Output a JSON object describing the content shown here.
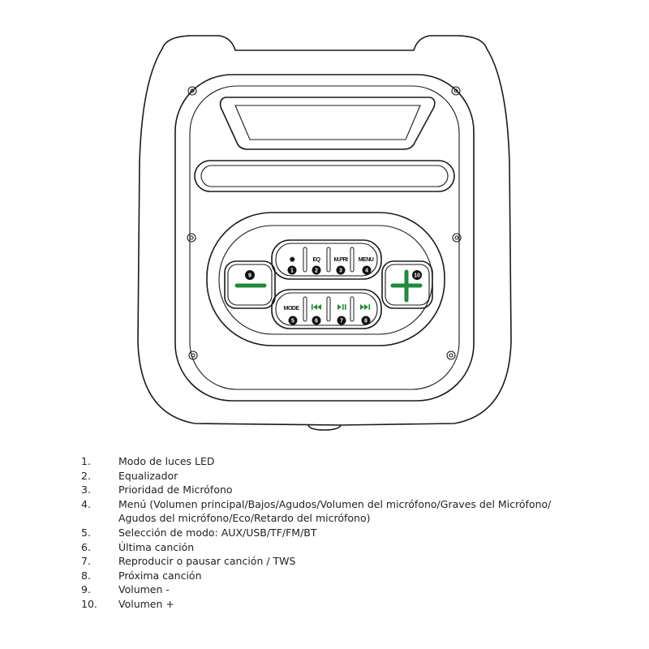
{
  "buttons": {
    "top_row": [
      "EQ",
      "M.PRI",
      "MENU"
    ],
    "mode_label": "MODE",
    "badges": [
      "1",
      "2",
      "3",
      "4",
      "5",
      "6",
      "7",
      "8",
      "9",
      "10"
    ],
    "icons": [
      "led-light-icon",
      "previous-track-icon",
      "play-pause-icon",
      "next-track-icon",
      "volume-minus-icon",
      "volume-plus-icon"
    ]
  },
  "colors": {
    "accent_green": "#1f8a3c",
    "line": "#1a1a1a"
  },
  "legend": [
    {
      "num": "1.",
      "text": "Modo de luces LED"
    },
    {
      "num": "2.",
      "text": "Equalizador"
    },
    {
      "num": "3.",
      "text": "Prioridad de Micrófono"
    },
    {
      "num": "4.",
      "text": "Menú (Volumen principal/Bajos/Agudos/Volumen del micrófono/Graves del Micrófono/ Agudos del micrófono/Eco/Retardo del micrófono)"
    },
    {
      "num": "5.",
      "text": "Selección de modo: AUX/USB/TF/FM/BT"
    },
    {
      "num": "6.",
      "text": "Última canción"
    },
    {
      "num": "7.",
      "text": "Reproducir o pausar canción / TWS"
    },
    {
      "num": "8.",
      "text": "Próxima canción"
    },
    {
      "num": "9.",
      "text": "Volumen -"
    },
    {
      "num": "10.",
      "text": "Volumen +"
    }
  ]
}
